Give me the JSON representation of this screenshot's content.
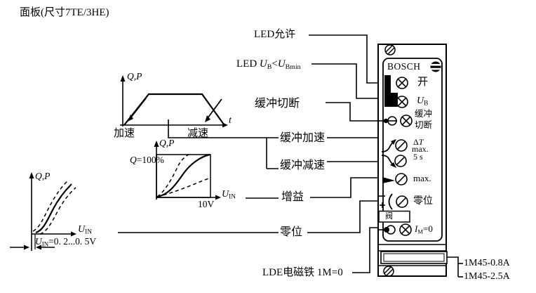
{
  "title": "面板(尺寸7TE/3HE)",
  "callouts": {
    "led_enable": "LED允许",
    "led_ub": {
      "led": "LED ",
      "u": "U",
      "b": "B",
      "lt": "<",
      "u2": "U",
      "bmin": "Bmin"
    },
    "buffer_cutoff": "缓冲切断",
    "buffer_accel": "缓冲加速",
    "buffer_decel": "缓冲减速",
    "gain": "增益",
    "zero": "零位",
    "lde_magnet": "LDE电磁铁 1M=0",
    "module_small": "1M45-0.8A",
    "module_large": "1M45-2.5A"
  },
  "panel": {
    "brand": "BOSCH",
    "led_on": "开",
    "led_ub": {
      "u": "U",
      "b": "B"
    },
    "buffer_line1": "缓冲",
    "buffer_line2": "切断",
    "ramp": {
      "delta": "Δ",
      "t": "T",
      "max": "max.",
      "five_s": "5 s"
    },
    "gain_max": "max.",
    "zero": "零位",
    "valve": "阀",
    "im": {
      "i": "I",
      "m": "M",
      "eq": "=0"
    }
  },
  "graphs": {
    "ramp": {
      "y": "Q,P",
      "x": "t",
      "accel": "加速",
      "decel": "减速"
    },
    "gain": {
      "q": "Q",
      "q_eq": "=100%",
      "y": "Q,P",
      "x_u": "U",
      "x_sub": "IN",
      "tick": "10V"
    },
    "zero": {
      "y": "Q,P",
      "x_u": "U",
      "x_sub": "IN",
      "range_u": "U",
      "range_sub": "IN",
      "range_eq": "=0. 2...0. 5V"
    }
  }
}
